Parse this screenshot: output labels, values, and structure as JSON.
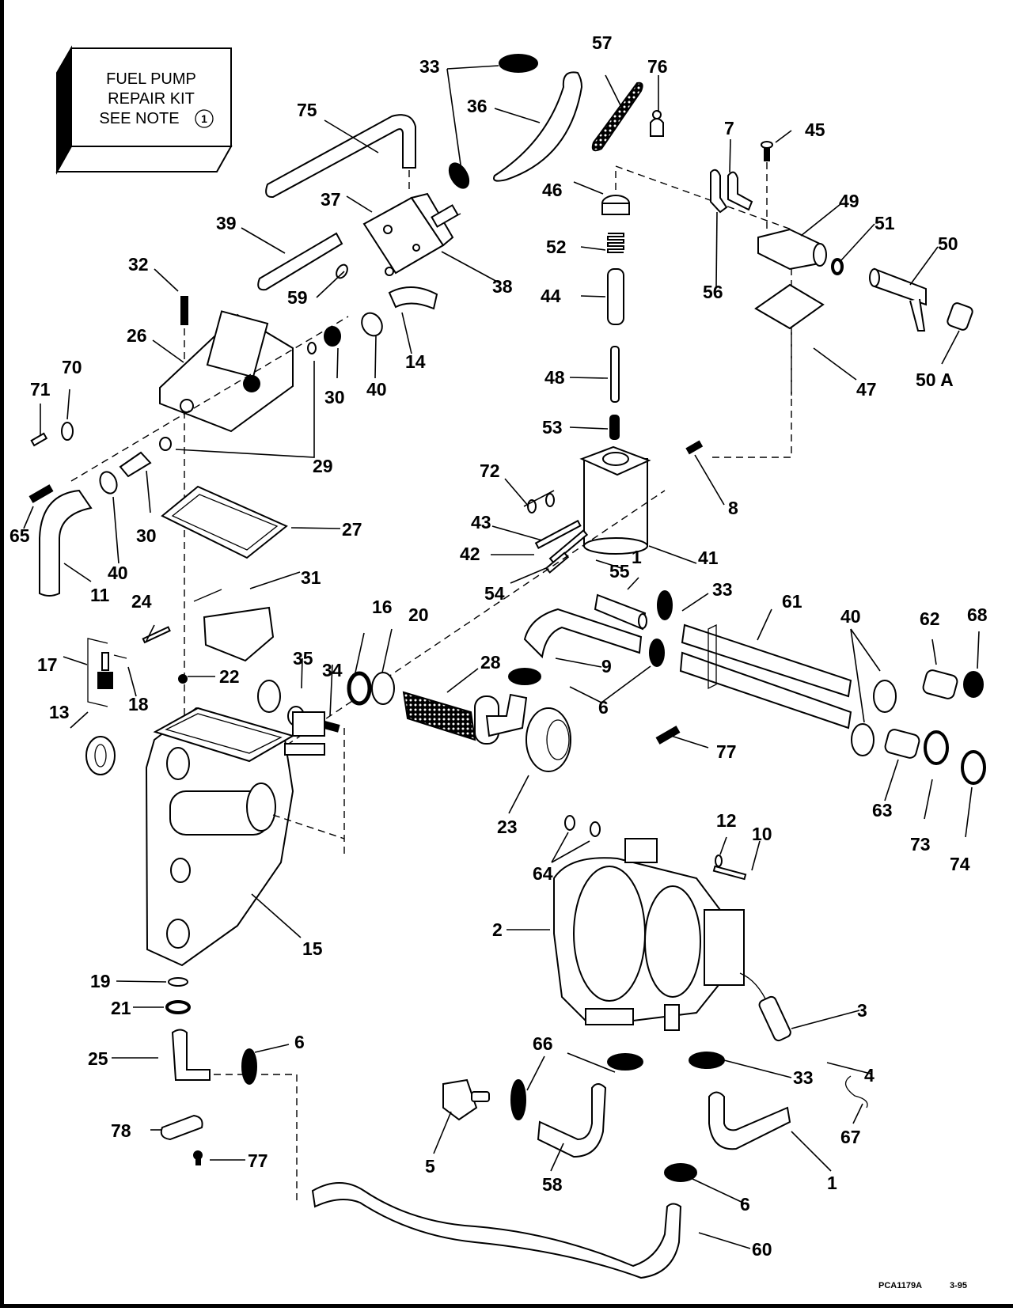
{
  "kit_box": {
    "line1": "FUEL PUMP",
    "line2": "REPAIR KIT",
    "line3": "SEE NOTE",
    "note_ref": "1"
  },
  "footer": {
    "drawing_id": "PCA1179A",
    "date": "3-95"
  },
  "callouts": {
    "c33a": "33",
    "c36": "36",
    "c57": "57",
    "c76": "76",
    "c75": "75",
    "c7": "7",
    "c45": "45",
    "c49": "49",
    "c51": "51",
    "c50": "50",
    "c50a": "50 A",
    "c56": "56",
    "c47": "47",
    "c46": "46",
    "c52": "52",
    "c44": "44",
    "c48": "48",
    "c53": "53",
    "c37": "37",
    "c38": "38",
    "c39": "39",
    "c59": "59",
    "c32": "32",
    "c26": "26",
    "c30a": "30",
    "c40a": "40",
    "c14": "14",
    "c70": "70",
    "c71": "71",
    "c29": "29",
    "c65": "65",
    "c30b": "30",
    "c40b": "40",
    "c11": "11",
    "c27": "27",
    "c72": "72",
    "c8": "8",
    "c43": "43",
    "c42": "42",
    "c41": "41",
    "c55": "55",
    "c54": "54",
    "c1a": "1",
    "c33b": "33",
    "c61": "61",
    "c40c": "40",
    "c62": "62",
    "c68": "68",
    "c31": "31",
    "c24": "24",
    "c17": "17",
    "c18": "18",
    "c22": "22",
    "c13": "13",
    "c35": "35",
    "c34": "34",
    "c16": "16",
    "c20": "20",
    "c28": "28",
    "c9": "9",
    "c6a": "6",
    "c77a": "77",
    "c63": "63",
    "c73": "73",
    "c74": "74",
    "c23": "23",
    "c12": "12",
    "c10": "10",
    "c64": "64",
    "c2": "2",
    "c15": "15",
    "c19": "19",
    "c21": "21",
    "c25": "25",
    "c6b": "6",
    "c3": "3",
    "c4": "4",
    "c66": "66",
    "c33c": "33",
    "c67": "67",
    "c78": "78",
    "c77b": "77",
    "c5": "5",
    "c58": "58",
    "c6c": "6",
    "c1b": "1",
    "c60": "60"
  }
}
